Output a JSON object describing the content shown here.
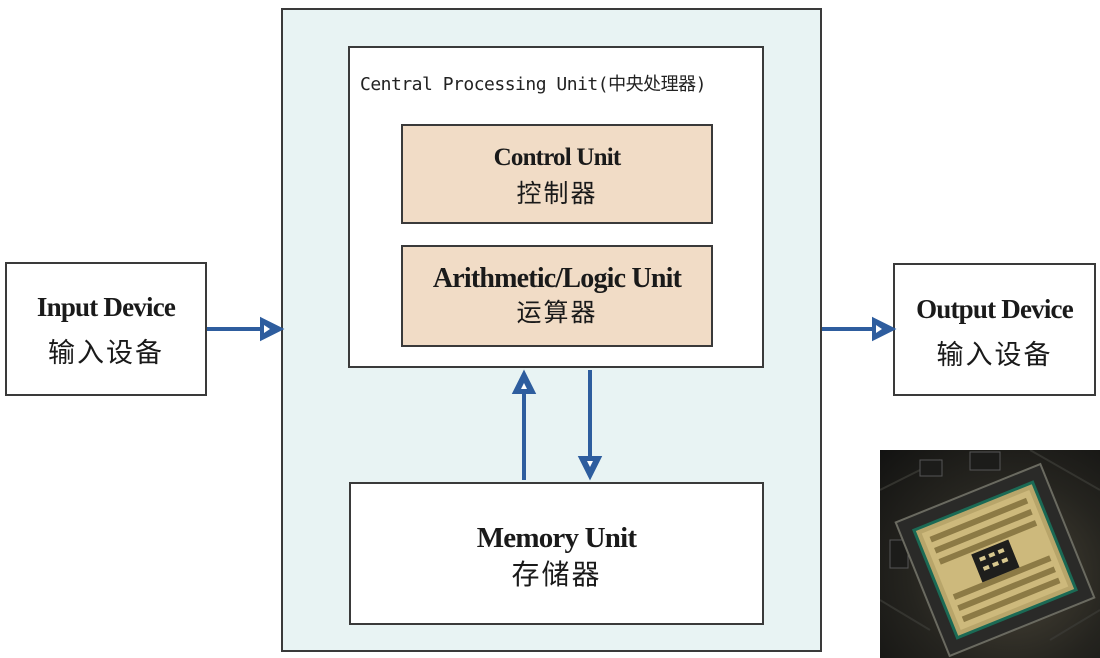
{
  "cpu": {
    "title": "Central Processing Unit(中央处理器)"
  },
  "control_unit": {
    "en": "Control Unit",
    "zh": "控制器"
  },
  "alu": {
    "en": "Arithmetic/Logic Unit",
    "zh": "运算器"
  },
  "memory_unit": {
    "en": "Memory Unit",
    "zh": "存储器"
  },
  "input_device": {
    "en": "Input Device",
    "zh": "输入设备"
  },
  "output_device": {
    "en": "Output Device",
    "zh": "输入设备"
  },
  "colors": {
    "arrow": "#2e5d9e",
    "unit_fill": "#f1dcc6",
    "computer_fill": "#e8f3f3"
  },
  "photo": {
    "subject": "cpu-chip-in-socket"
  }
}
